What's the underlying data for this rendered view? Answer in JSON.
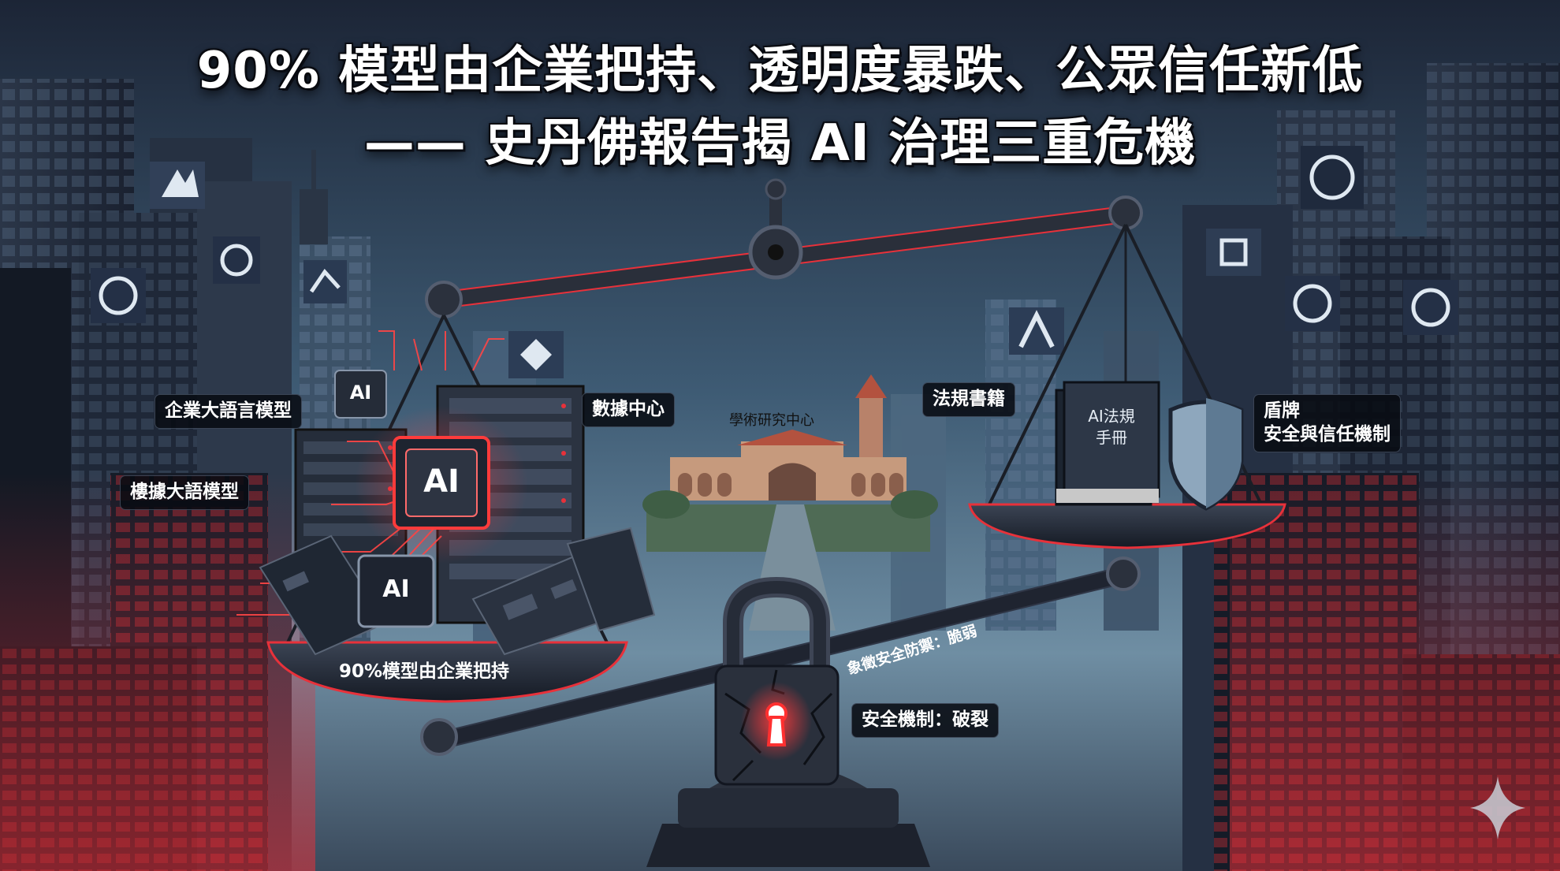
{
  "title": {
    "line1": "90% 模型由企業把持、透明度暴跌、公眾信任新低",
    "line2": "—— 史丹佛報告揭 AI 治理三重危機"
  },
  "labels": {
    "enterprise_llm": "企業大語言模型",
    "building_llm": "樓據大語模型",
    "data_center": "數據中心",
    "academic_center": "學術研究中心",
    "regulation_books": "法規書籍",
    "shield_line1": "盾牌",
    "shield_line2": "安全與信任機制",
    "left_pan": "90%模型由企業把持",
    "beam_text": "象徵安全防禦：脆弱",
    "safety_mech": "安全機制：破裂"
  },
  "chips": {
    "main": "AI",
    "small_top": "AI",
    "small_bottom": "AI"
  },
  "book": {
    "line1": "AI法規",
    "line2": "手冊"
  },
  "colors": {
    "accent_red": "#e8313a",
    "sky_top": "#1d2739",
    "sky_mid": "#4a6a82",
    "building_dark": "#1b2231",
    "label_bg": "#080b12"
  },
  "icons": [
    "sparkle-icon",
    "openai-logo-icon",
    "lock-icon",
    "shield-icon",
    "book-icon",
    "balance-scale-icon"
  ]
}
